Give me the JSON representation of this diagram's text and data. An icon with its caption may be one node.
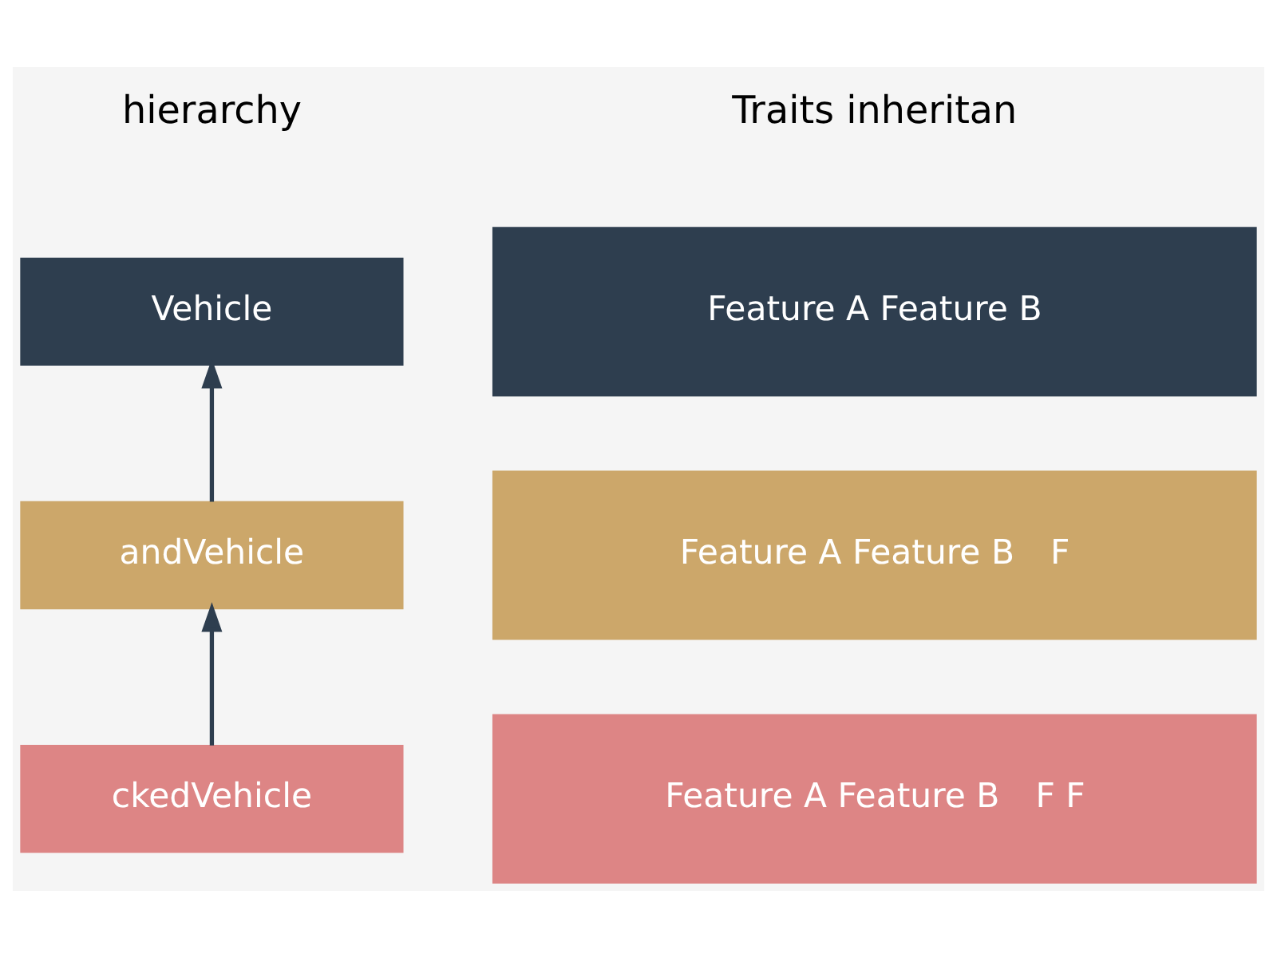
{
  "diagram": {
    "nodes": [
      {
        "text": [
          "Vehicle"
        ]
      },
      {
        "text": [
          "andVehicle"
        ]
      },
      {
        "text": [
          "ckedVehicle"
        ]
      },
      {
        "text": [
          "Feature A Feature B"
        ]
      },
      {
        "text": [
          "Feature A Feature B",
          "F"
        ]
      },
      {
        "text": [
          "Feature A Feature B",
          "F F"
        ]
      }
    ],
    "edges": [
      {
        "from": 1,
        "to": 0,
        "arrow": "to"
      },
      {
        "from": 2,
        "to": 1,
        "arrow": "to"
      }
    ],
    "labels": [
      "hierarchy",
      "Traits inheritan"
    ]
  }
}
